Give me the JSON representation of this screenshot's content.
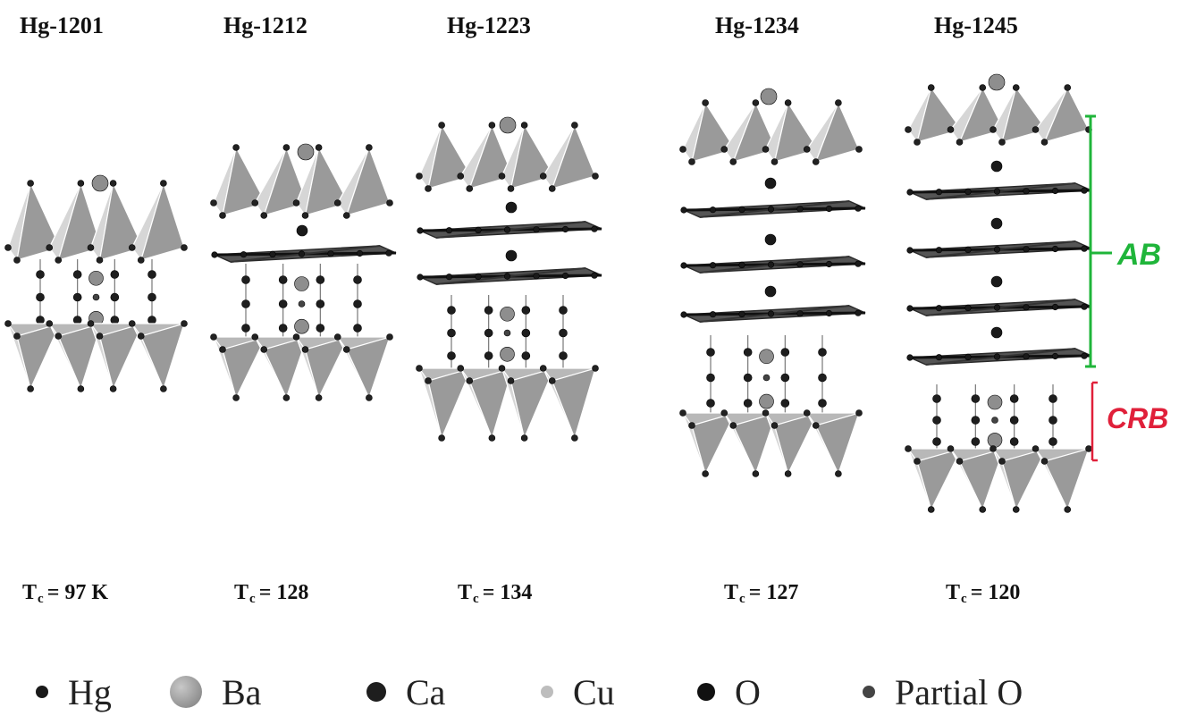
{
  "structures": [
    {
      "name": "Hg-1201",
      "tc_symbol": "T",
      "tc_sub": "c",
      "tc_value": "= 97 K"
    },
    {
      "name": "Hg-1212",
      "tc_symbol": "T",
      "tc_sub": "c",
      "tc_value": "= 128"
    },
    {
      "name": "Hg-1223",
      "tc_symbol": "T",
      "tc_sub": "c",
      "tc_value": "= 134"
    },
    {
      "name": "Hg-1234",
      "tc_symbol": "T",
      "tc_sub": "c",
      "tc_value": "= 127"
    },
    {
      "name": "Hg-1245",
      "tc_symbol": "T",
      "tc_sub": "c",
      "tc_value": "= 120"
    }
  ],
  "legend": [
    {
      "label": "Hg",
      "color": "#1a1a1a"
    },
    {
      "label": "Ba",
      "color": "#8e8e8e"
    },
    {
      "label": "Ca",
      "color": "#1e1e1e"
    },
    {
      "label": "Cu",
      "color": "#bdbdbd"
    },
    {
      "label": "O",
      "color": "#111111"
    },
    {
      "label": "Partial O",
      "color": "#444444"
    }
  ],
  "annotations": {
    "ab_label": "AB",
    "ab_color": "#1fb53a",
    "crb_label": "CRB",
    "crb_color": "#e0203a"
  },
  "colors": {
    "pyramid_light": "#d6d6d6",
    "pyramid_mid": "#b8b8b8",
    "pyramid_dark": "#9a9a9a",
    "plane_dark": "#2a2a2a"
  }
}
